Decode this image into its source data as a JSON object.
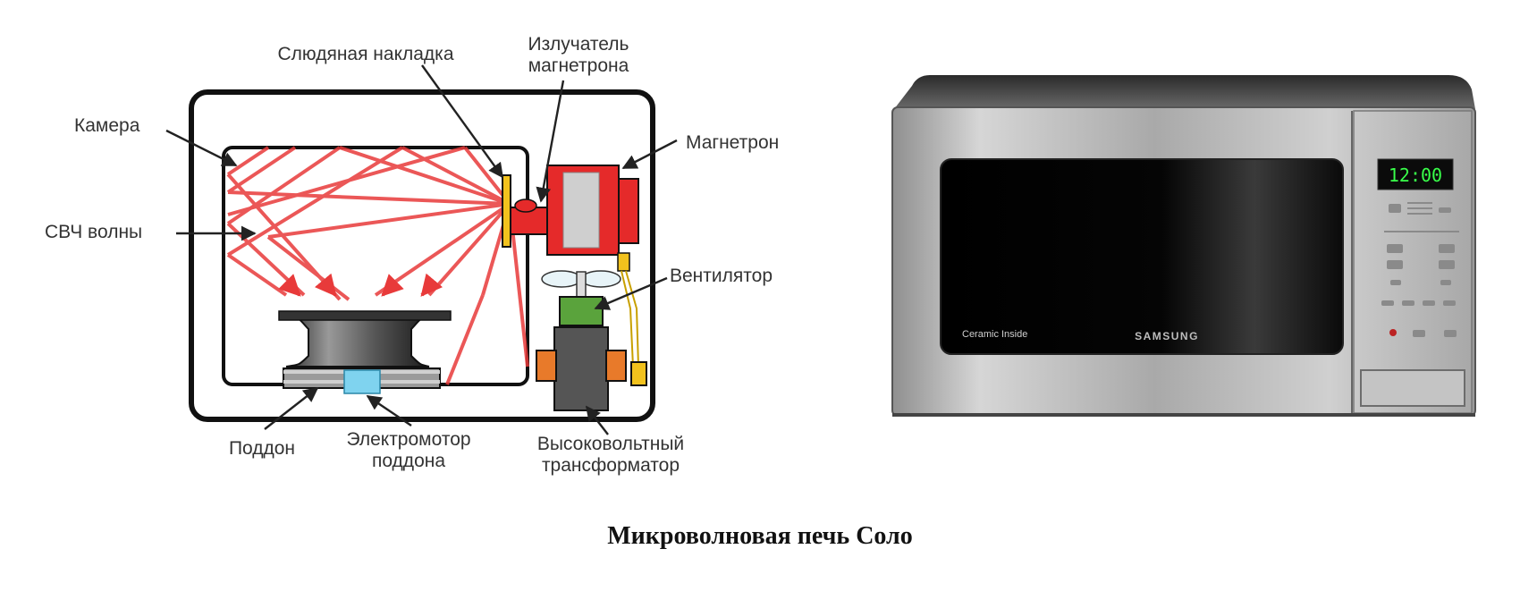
{
  "diagram": {
    "labels": {
      "mica": "Слюдяная накладка",
      "emitter_1": "Излучатель",
      "emitter_2": "магнетрона",
      "chamber": "Камера",
      "magnetron": "Магнетрон",
      "waves": "СВЧ волны",
      "fan": "Вентилятор",
      "tray": "Поддон",
      "motor_1": "Электромотор",
      "motor_2": "поддона",
      "transformer_1": "Высоковольтный",
      "transformer_2": "трансформатор"
    },
    "colors": {
      "outline": "#111111",
      "waves": "#e83a3a",
      "magnetron": "#e52a2a",
      "mica": "#f2c21d",
      "fan_motor": "#5aa33c",
      "transformer": "#555555",
      "transformer_side": "#e87a2a",
      "tray_motor": "#7fd3ef"
    }
  },
  "oven": {
    "display": "12:00",
    "model_text": "Ceramic Inside",
    "brand": "SAMSUNG",
    "colors": {
      "body": "#b8b8b8",
      "door": "#050505",
      "display_text": "#39ff4a"
    }
  },
  "caption": "Микроволновая печь Соло"
}
